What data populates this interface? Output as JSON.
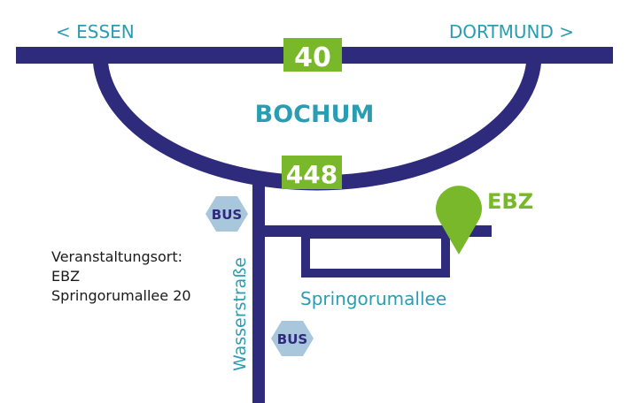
{
  "directions": {
    "west": "< ESSEN",
    "east": "DORTMUND >"
  },
  "city": "BOCHUM",
  "highways": {
    "top": "40",
    "bottom": "448"
  },
  "bus_label": "BUS",
  "streets": {
    "vertical": "Wasserstraße",
    "loop": "Springorumallee"
  },
  "destination": "EBZ",
  "venue": {
    "heading": "Veranstaltungsort:",
    "name": "EBZ",
    "address": "Springorumallee 20"
  },
  "colors": {
    "road": "#2e2a7c",
    "accent_teal": "#2a9db3",
    "accent_green": "#78b82a",
    "bus_hex": "#a9c7dc"
  },
  "icons": [
    "map-pin-icon",
    "bus-stop-icon"
  ]
}
